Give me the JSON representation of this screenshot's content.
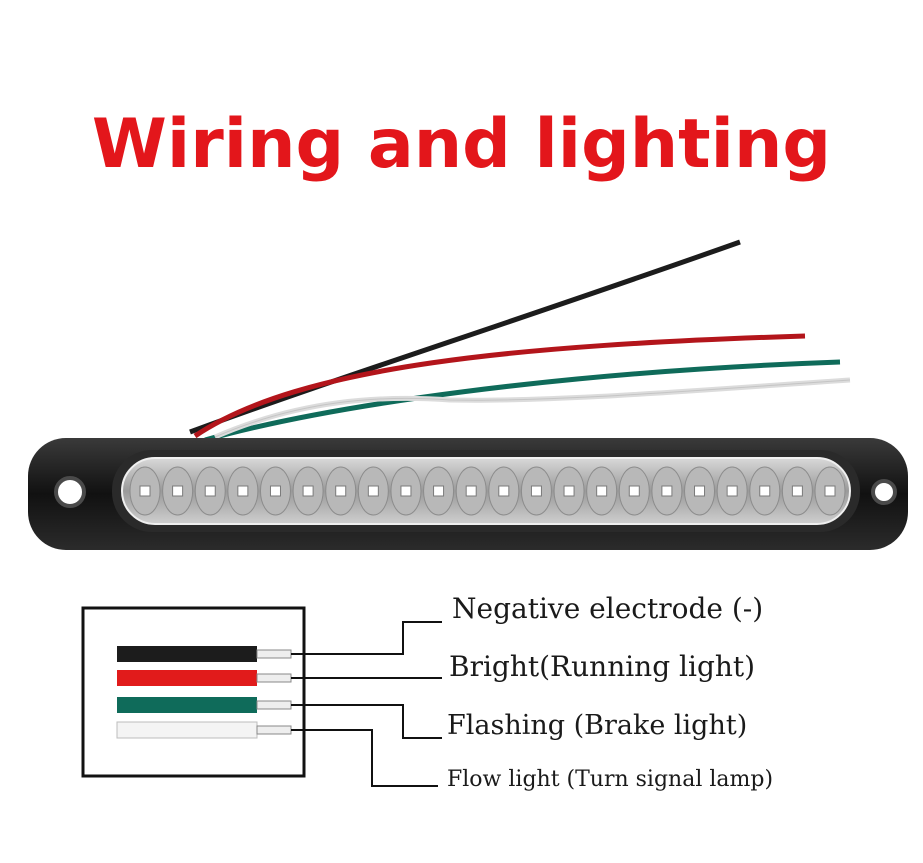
{
  "title": "Wiring and lighting",
  "colors": {
    "title": "#e3161b",
    "wire_black": "#1c1c1c",
    "wire_red": "#e11b1b",
    "wire_green": "#0f6b5a",
    "wire_white": "#e8e8e8",
    "housing": "#1b1b1b"
  },
  "wires": [
    {
      "color_name": "black",
      "label": "Negative electrode (-)"
    },
    {
      "color_name": "red",
      "label": "Bright(Running light)"
    },
    {
      "color_name": "green",
      "label": "Flashing  (Brake light)"
    },
    {
      "color_name": "white",
      "label": "Flow light  (Turn signal lamp)"
    }
  ]
}
